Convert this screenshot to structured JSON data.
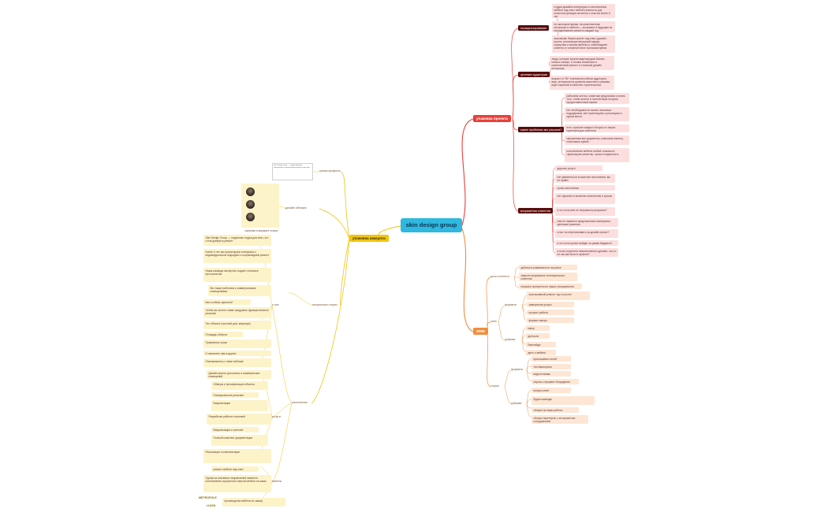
{
  "center": "skin design group",
  "branches": {
    "positioning": {
      "title": "упаковка проекта",
      "groups": [
        {
          "label": "позиционирование",
          "items": [
            "студия дизайна интерьеров и изготовления мебели под ключ любой сложности для клиентов премиум-сегмента с опытом более 6 лет",
            "не экономьте время: на качественном интерьере и мебели — экономьте в будущем на переделывание ремонта каждый год",
            "эксклюзив: берем проект под ключ (дизайн-проект, реализация авторский надзор, корпусная и мягкая мебель) и освобождаем клиента от головной боли/ экономим время"
          ]
        },
        {
          "label": "целевая аудитория",
          "items": [
            "люди, которые купили квартиру/дом бизнес-класса и выше, и готовы вложиться в качественный ремонт и стильный дизайн интерьера",
            "возраст от 35+ платежеспособная аудитория, вкус, интересуется уровнем качества и сроками, ищет гарантии в качестве строительства"
          ]
        },
        {
          "label": "какие проблемы мы решаем?",
          "items": [
            "работаем честно, клиентам предлагаем и хотим того, чтобы клиент в полной мере получил предоставленный сервис",
            "нет необходимости искать несколько подрядчиков, всё проектируем и реализуем в одном месте",
            "есть хорошие скидки и бонусы от наших партнеров для клиентов",
            "оформляем все документы, помогаем клиенту сэкономить время",
            "изготовление мебели любой сложности, гарантируем качество, сроки и надежность"
          ]
        },
        {
          "label": "возражения клиентов",
          "items": [
            "дорогие услуги",
            "нет уверенности в качестве исполнения, вы не правы",
            "сроки исполнения",
            "нет гарантии в качестве исполнения и сроках",
            "а что если мне не понравится результат?",
            "нам не нравятся предложенные материалы, цветовые решения",
            "стоит ли переплачивать за дизайн-проект?",
            "а что если проект выйдет за рамки бюджета?",
            "а если строители некачественно сделают, что-то не так как было в проекте?"
          ]
        }
      ]
    },
    "smm": {
      "title": "SMM",
      "groups": [
        {
          "label": "цели контента",
          "items": [
            "добиться узнаваемости на рынке",
            "закрыть возражения потенциальных клиентов",
            "показать экспертность наших специалистов"
          ]
        },
        {
          "label": "reels",
          "items": [
            "эксклюзивный ремонт «до и после»",
            "замерочная услуга",
            "процесс работы",
            "формат юмора"
          ]
        },
        {
          "label": "рубрики",
          "items": [
            "юмор",
            "до/после",
            "бэкстейдж",
            "дело о мебели"
          ]
        },
        {
          "label": "сторис",
          "items": [
            "приглашаем гостей",
            "тест/викторина",
            "видео/отзывы",
            "опросы и формат обсуждения",
            "вопрос-ответ",
            "будни команды",
            "обзоры на наши работы",
            "обзоры партнеров, с которыми мы сотрудничаем"
          ]
        }
      ]
    },
    "account": {
      "title": "упаковка аккаунта",
      "groups": [
        {
          "label": "шапка профиля",
          "items": []
        },
        {
          "label": "дизайн обложек",
          "items": [
            "картинки в формате сторис"
          ]
        },
        {
          "label": "актуальные сторис",
          "items": [
            "Skin Design Group — надежная студия для всех, кто готов доверить ремонт",
            "Более 6 лет мы проектируем интерьеры с индивидуальным подходом и сопровождаем ремонт",
            "Наша команда экспертов создает стильные пространства",
            "Мы также работаем с коммерческими помещениями",
            "Как я сейчас сделала?",
            "Чтобы мы могли с вами продумать функциональное решение",
            "Тип объекта (частный дом, квартира)",
            "Площадь объекта",
            "Примерные сроки",
            "И напишите нам в директ",
            "Познакомьтесь с нами поближе"
          ]
        },
        {
          "label": "о нас",
          "items": []
        },
        {
          "label": "услуги",
          "items": [
            "Дизайн-проект для жилых и коммерческих помещений",
            "Обмеры и фотофиксация объекта",
            "Планировочное решение",
            "Визуализация",
            "Разработка рабочих чертежей",
            "Визуализация и скетчинг",
            "Полный комплект документации"
          ]
        },
        {
          "label": "мебель",
          "items": [
            "Реализация и комплектация",
            "ремонт мебели под ключ"
          ]
        },
        {
          "label": "наполнение",
          "items": []
        }
      ],
      "tags": [
        "METROPOLE",
        "LIAON"
      ]
    }
  },
  "profile_preview": "skin design group — студия дизайна интерьеров и изготовления мебели под ключ",
  "colors": {
    "center": "#2fb8e0",
    "positioning": "#e8403a",
    "smm": "#f18d3c",
    "account": "#f1c40f"
  }
}
